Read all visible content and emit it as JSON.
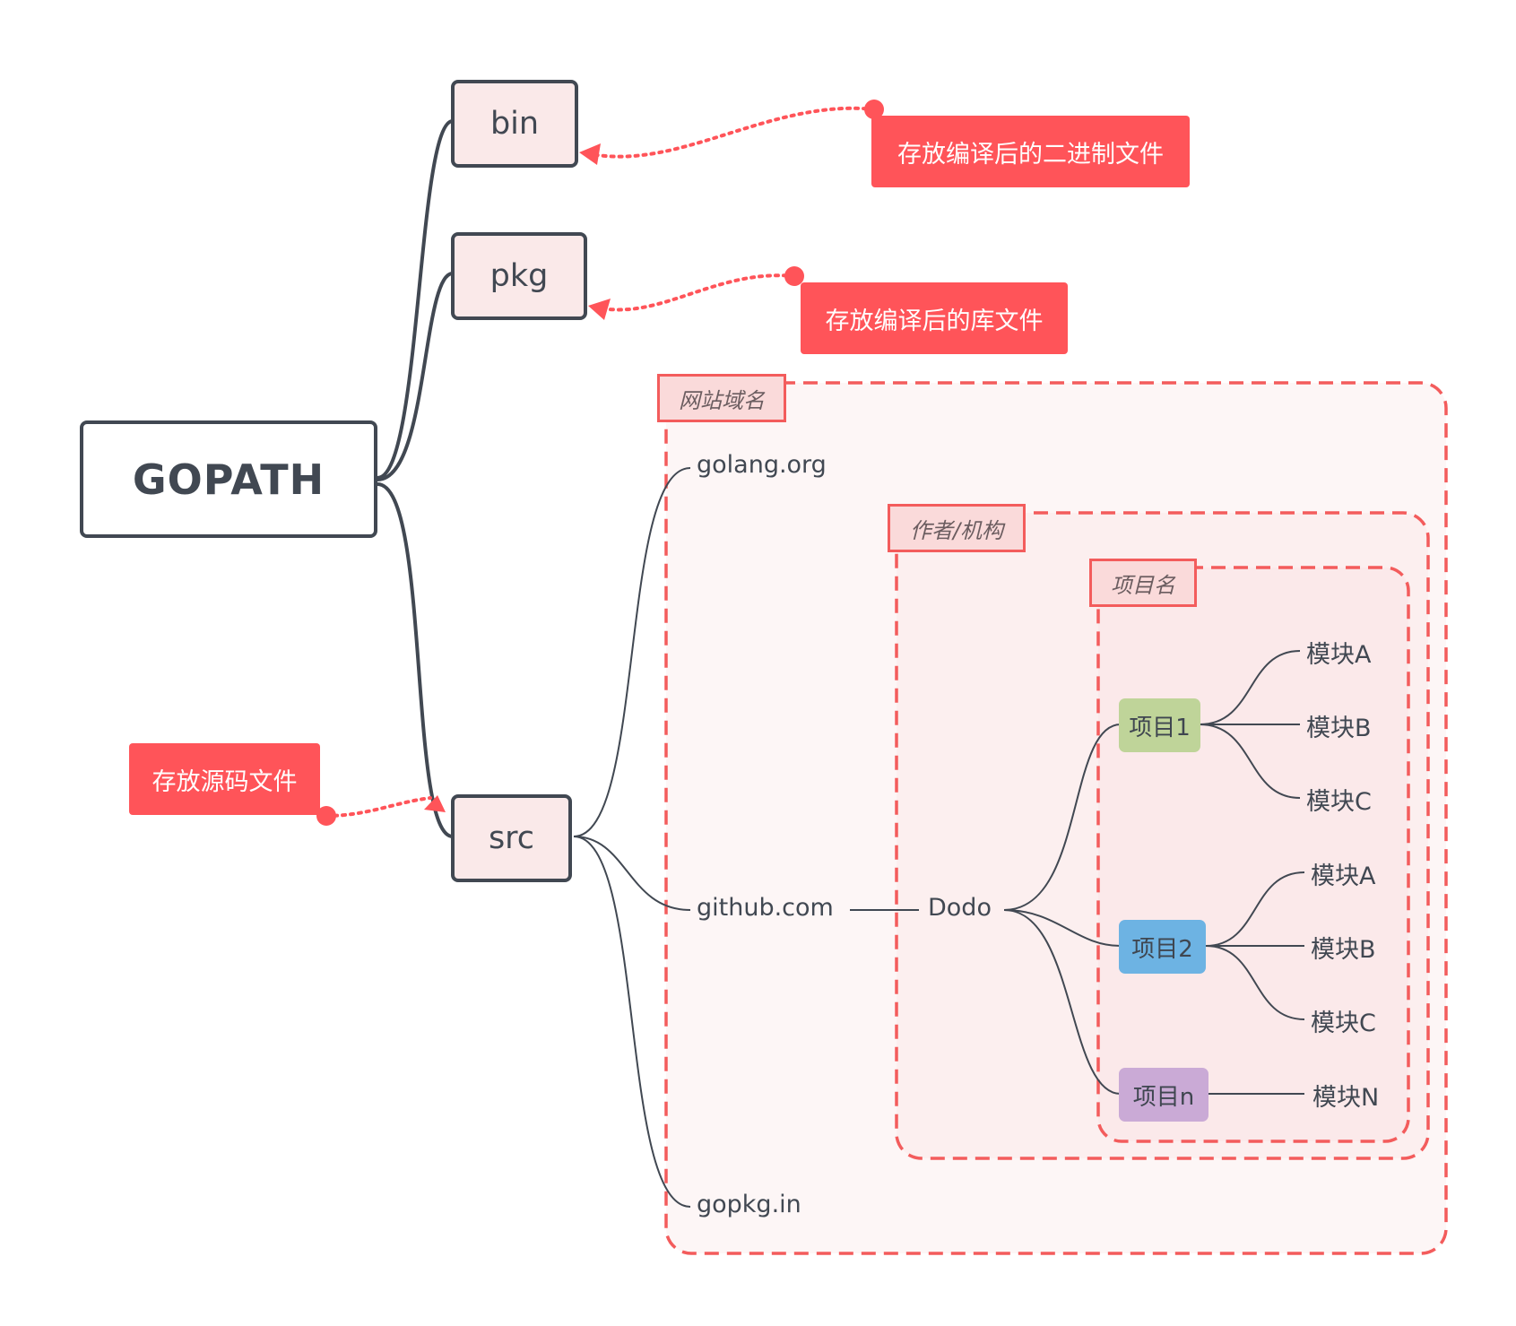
{
  "root": {
    "label": "GOPATH"
  },
  "children": {
    "bin": "bin",
    "pkg": "pkg",
    "src": "src"
  },
  "callouts": {
    "bin_note": "存放编译后的二进制文件",
    "pkg_note": "存放编译后的库文件",
    "src_note": "存放源码文件"
  },
  "groups": {
    "domain": "网站域名",
    "author": "作者/机构",
    "project": "项目名"
  },
  "domains": [
    "golang.org",
    "github.com",
    "gopkg.in"
  ],
  "author": "Dodo",
  "projects": [
    {
      "label": "项目1",
      "color": "#bfd499",
      "modules": [
        "模块A",
        "模块B",
        "模块C"
      ]
    },
    {
      "label": "项目2",
      "color": "#6db3e3",
      "modules": [
        "模块A",
        "模块B",
        "模块C"
      ]
    },
    {
      "label": "项目n",
      "color": "#caaad6",
      "modules": [
        "模块N"
      ]
    }
  ],
  "colors": {
    "stroke": "#414852",
    "accent": "#ff5459",
    "dashed": "#f35c5c",
    "node_fill": "#fae9e9"
  }
}
